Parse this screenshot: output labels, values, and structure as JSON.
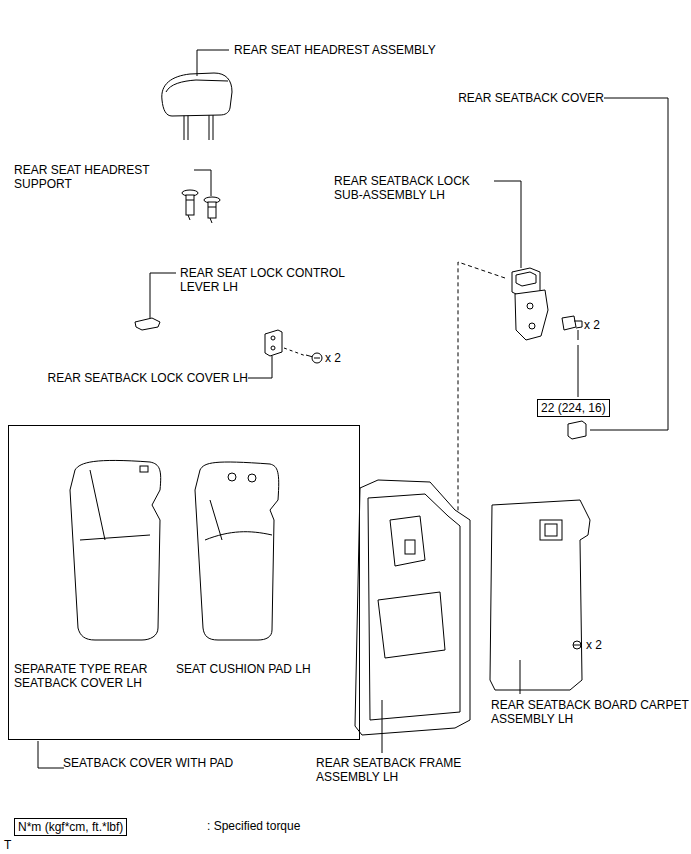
{
  "diagram": {
    "nodes": [
      {
        "text": [
          "SEATBACK COVER WITH PAD"
        ]
      },
      {
        "text": [
          "22 (224, 16)"
        ]
      },
      {
        "text": [
          "N*m (kgf*cm, ft.*lbf)"
        ]
      }
    ],
    "labels": [
      "REAR SEAT HEADREST ASSEMBLY",
      "REAR SEATBACK COVER",
      "REAR SEAT HEADREST SUPPORT",
      "REAR SEATBACK LOCK SUB-ASSEMBLY LH",
      "REAR SEAT LOCK CONTROL LEVER LH",
      "REAR SEATBACK LOCK COVER LH",
      "x 2",
      "x 2",
      "SEPARATE TYPE REAR SEATBACK COVER LH",
      "SEAT CUSHION PAD LH",
      "x 2",
      "REAR SEATBACK BOARD CARPET ASSEMBLY LH",
      "REAR SEATBACK FRAME ASSEMBLY LH",
      ": Specified torque",
      "T"
    ]
  }
}
